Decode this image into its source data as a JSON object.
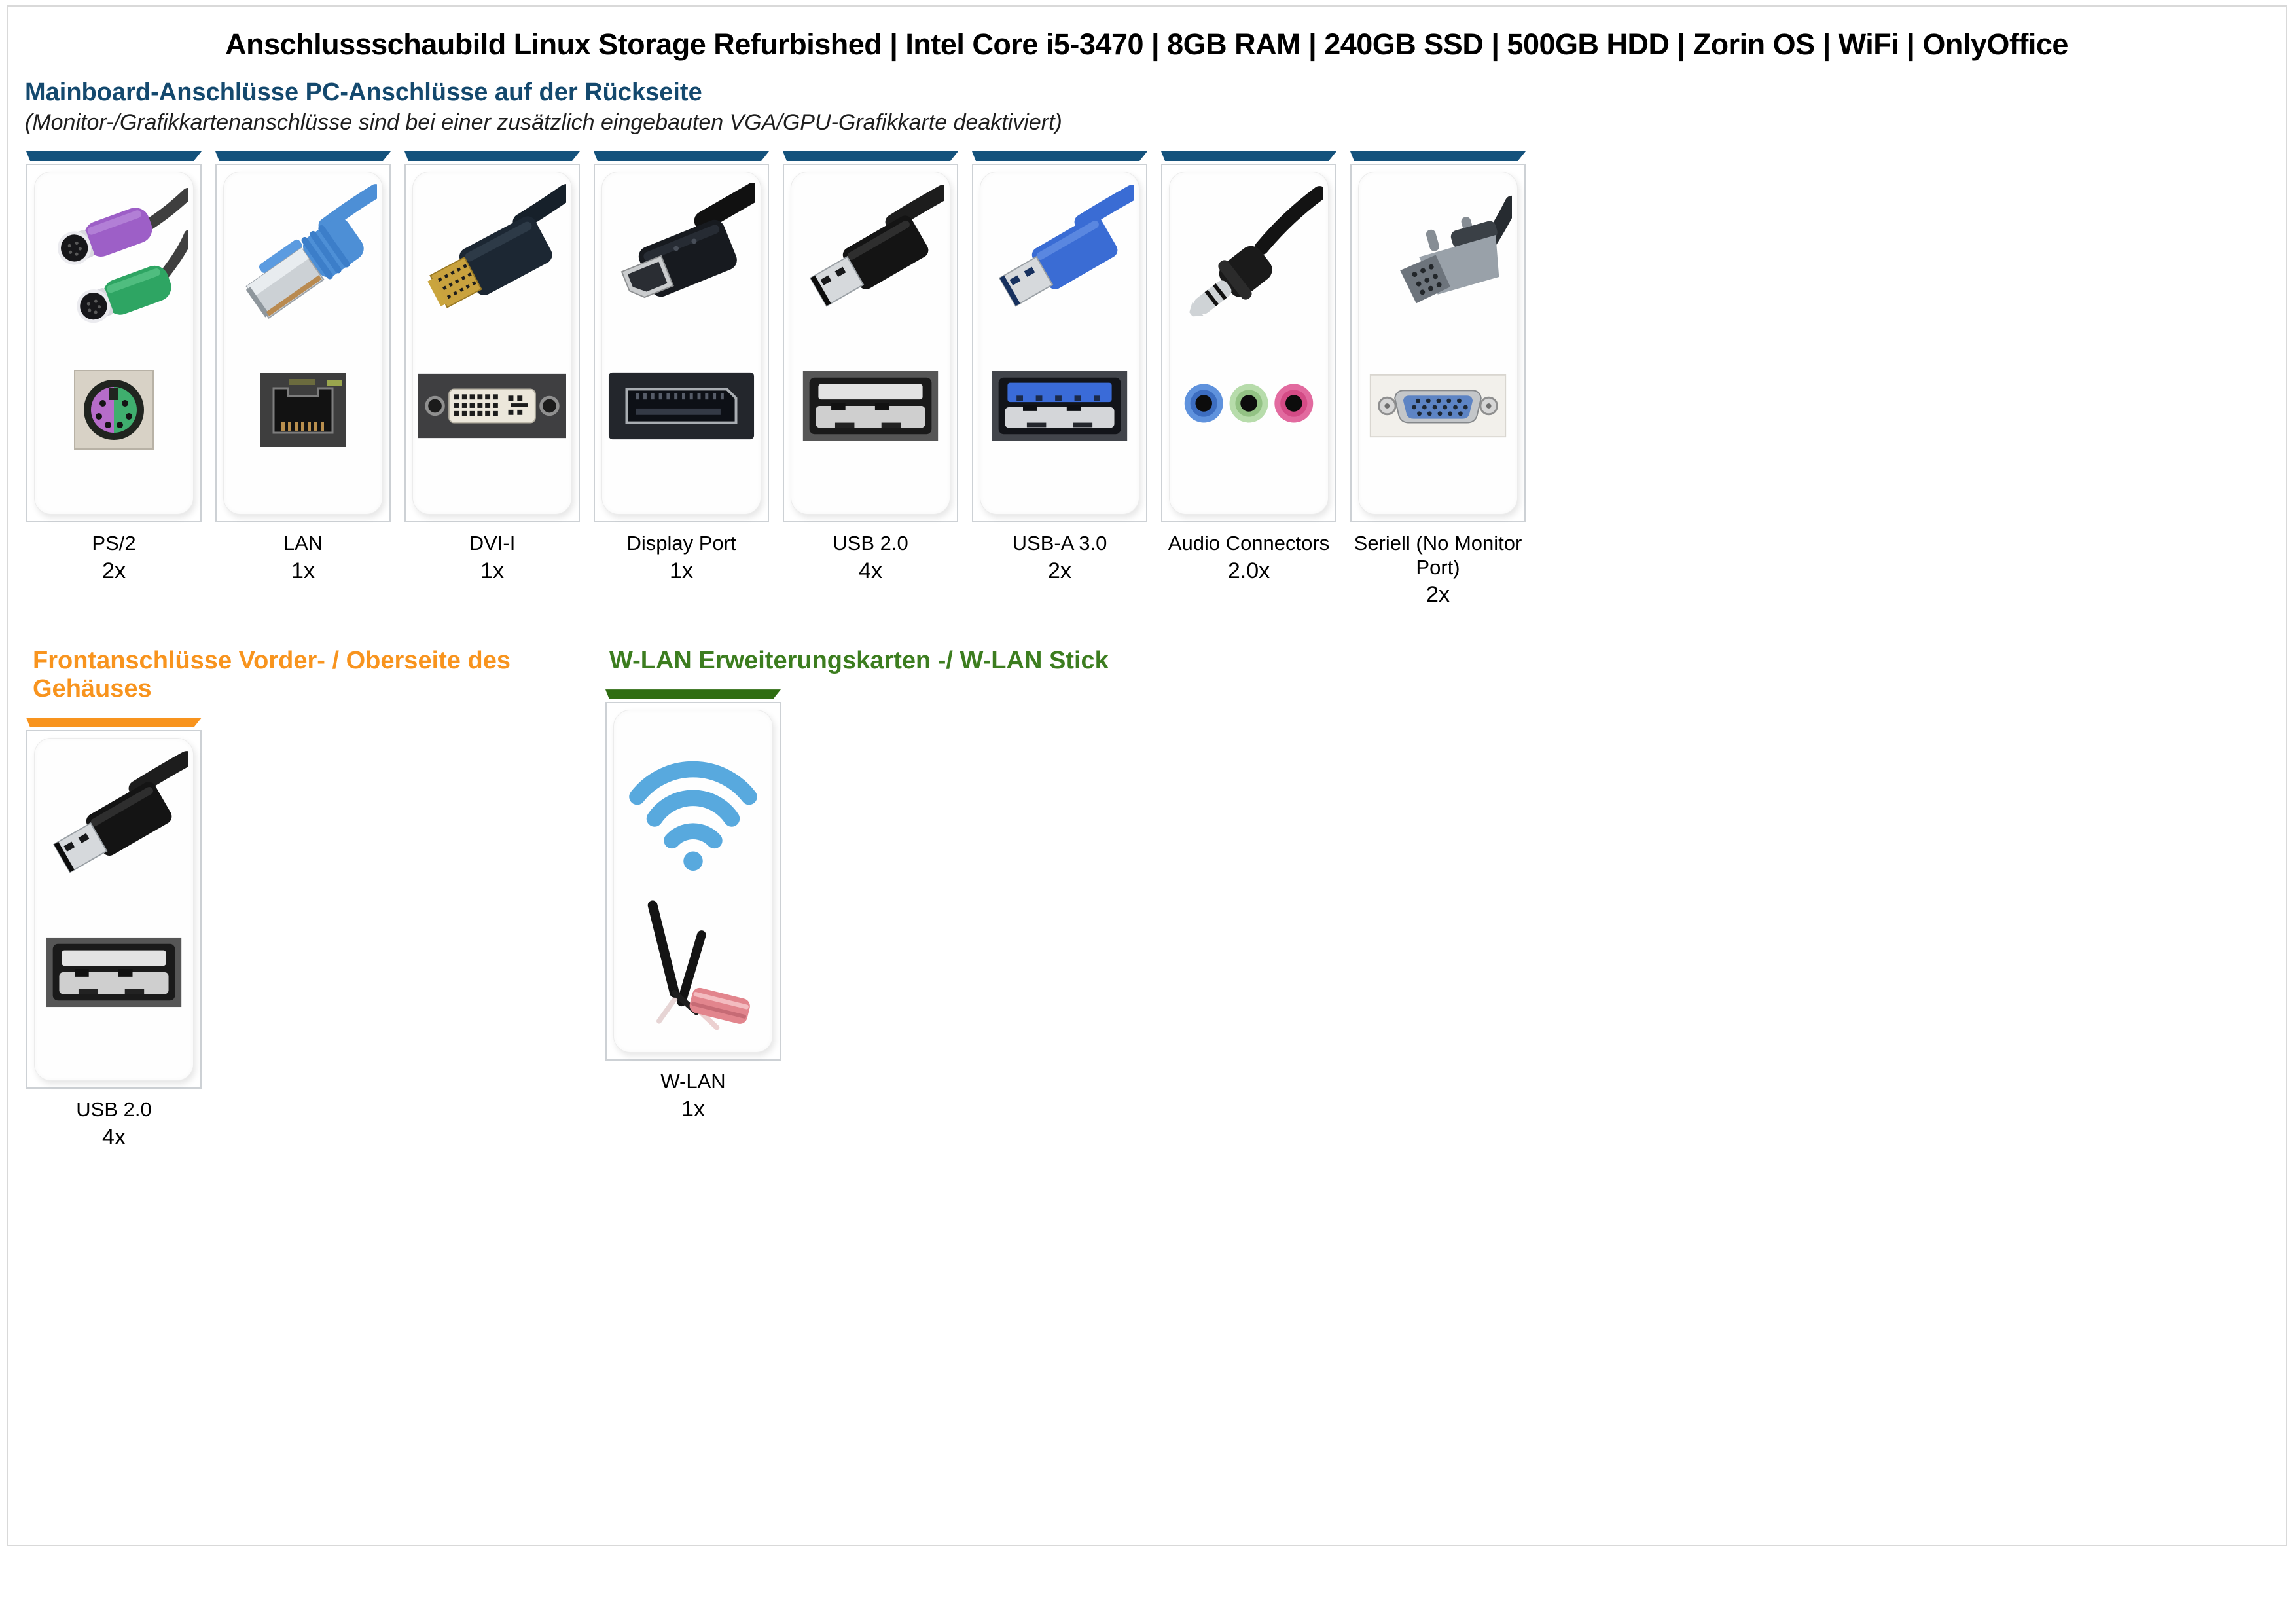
{
  "page": {
    "title": "Anschlussschaubild Linux Storage Refurbished | Intel Core i5-3470 | 8GB RAM | 240GB SSD | 500GB HDD | Zorin OS | WiFi | OnlyOffice"
  },
  "colors": {
    "rear_accent": "#14527c",
    "front_accent": "#f8941e",
    "wlan_accent": "#2f6d12",
    "rear_heading_text": "#14496e",
    "front_heading_text": "#f8941e",
    "wlan_heading_text": "#3c7d1f"
  },
  "rear": {
    "heading": "Mainboard-Anschlüsse PC-Anschlüsse auf der Rückseite",
    "note": "(Monitor-/Grafikkartenanschlüsse sind bei einer zusätzlich eingebauten VGA/GPU-Grafikkarte deaktiviert)",
    "ports": [
      {
        "name": "PS/2",
        "count": "2x",
        "icon": "ps2-connector"
      },
      {
        "name": "LAN",
        "count": "1x",
        "icon": "lan-connector"
      },
      {
        "name": "DVI-I",
        "count": "1x",
        "icon": "dvi-connector"
      },
      {
        "name": "Display Port",
        "count": "1x",
        "icon": "displayport-connector"
      },
      {
        "name": "USB 2.0",
        "count": "4x",
        "icon": "usb2-connector"
      },
      {
        "name": "USB-A 3.0",
        "count": "2x",
        "icon": "usb3-connector"
      },
      {
        "name": "Audio Connectors",
        "count": "2.0x",
        "icon": "audio-connector"
      },
      {
        "name": "Seriell (No Monitor Port)",
        "count": "2x",
        "icon": "serial-connector"
      }
    ]
  },
  "front": {
    "heading": "Frontanschlüsse Vorder- / Oberseite des Gehäuses",
    "ports": [
      {
        "name": "USB 2.0",
        "count": "4x",
        "icon": "usb2-connector"
      }
    ]
  },
  "wlan": {
    "heading": "W-LAN Erweiterungskarten -/ W-LAN Stick",
    "ports": [
      {
        "name": "W-LAN",
        "count": "1x",
        "icon": "wlan-adapter"
      }
    ]
  }
}
